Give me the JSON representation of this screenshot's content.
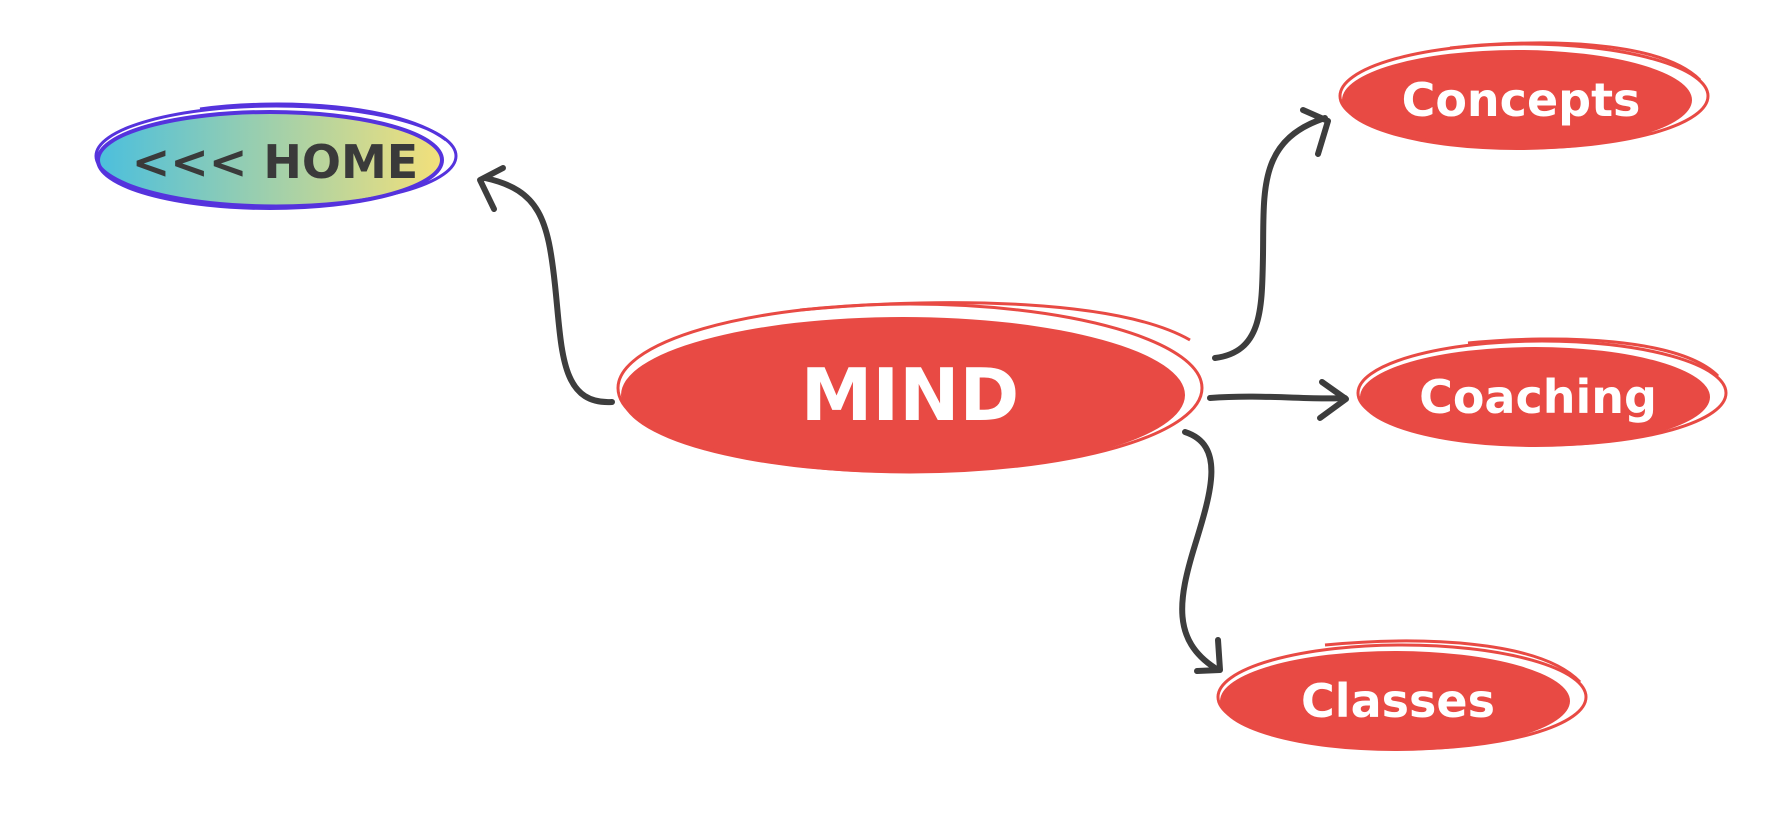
{
  "colors": {
    "background": "#ffffff",
    "node_fill": "#E84A44",
    "node_stroke": "#E84A44",
    "node_text": "#ffffff",
    "home_stroke": "#5533DD",
    "home_gradient_start": "#4BBFDD",
    "home_gradient_end": "#F3E07A",
    "home_text": "#3A3A3A",
    "arrow": "#3D3D3D"
  },
  "nodes": {
    "home": {
      "label": "<<< HOME"
    },
    "center": {
      "label": "MIND"
    },
    "concepts": {
      "label": "Concepts"
    },
    "coaching": {
      "label": "Coaching"
    },
    "classes": {
      "label": "Classes"
    }
  }
}
